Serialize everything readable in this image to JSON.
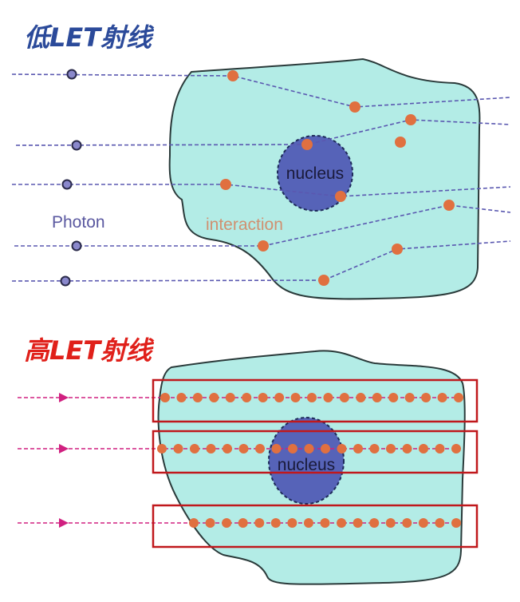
{
  "low_let": {
    "title": "低LET射线",
    "photon_label": "Photon",
    "interaction_label": "interaction",
    "nucleus_label": "nucleus"
  },
  "high_let": {
    "title": "高LET射线",
    "nucleus_label": "nucleus"
  },
  "colors": {
    "low_title": "#2b4a9a",
    "high_title": "#e0201a",
    "cell": "#b3ece6",
    "nucleus": "#5663b8",
    "interaction": "#e07040",
    "photon": "#8a88cc",
    "box": "#c0181c",
    "ray": "#d02080"
  }
}
